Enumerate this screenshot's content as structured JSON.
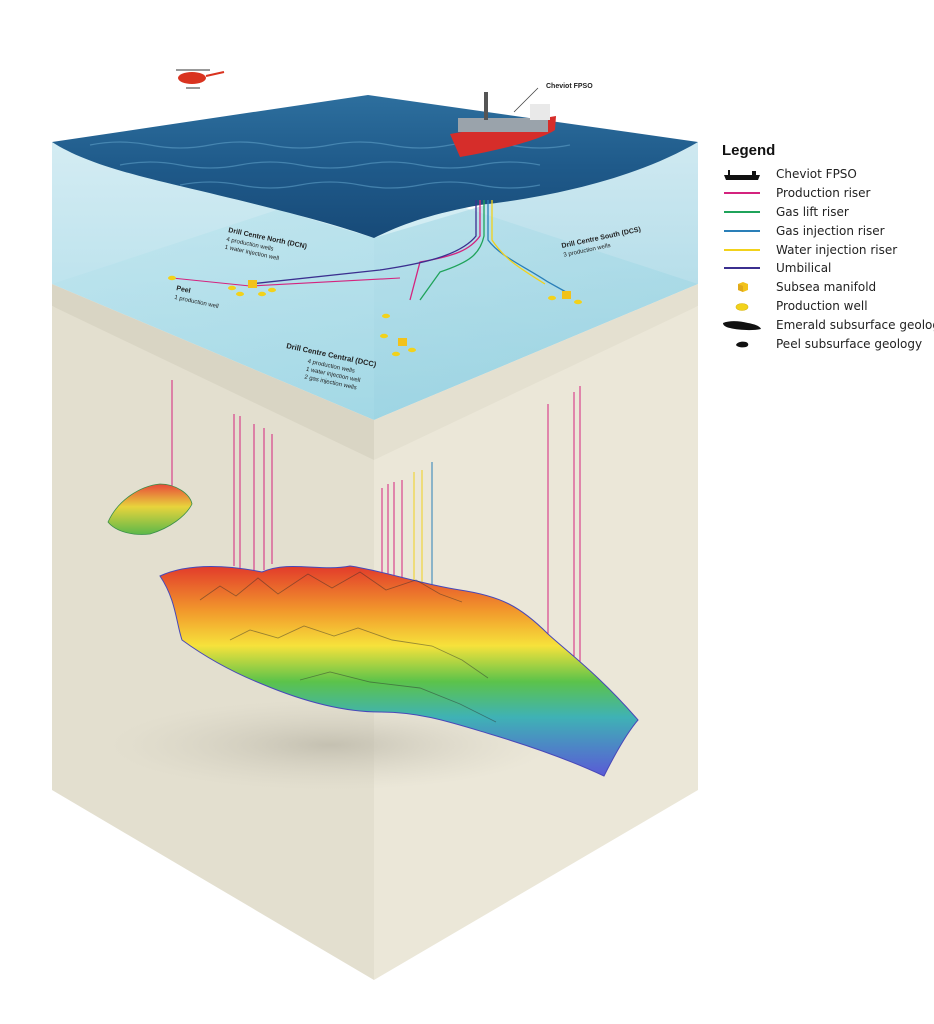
{
  "colors": {
    "production_riser": "#d4237e",
    "gas_lift_riser": "#1fa35a",
    "gas_injection_riser": "#2a7fb8",
    "water_injection_riser": "#f2d21b",
    "umbilical": "#3b2f8f",
    "manifold": "#f2c21b",
    "well": "#f2d21b",
    "geology": "#111111"
  },
  "vessel": {
    "name": "Cheviot FPSO"
  },
  "drill_centres": {
    "dcn": {
      "title": "Drill Centre North (DCN)",
      "line1": "4 production wells",
      "line2": "1 water injection well"
    },
    "peel": {
      "title": "Peel",
      "line1": "1 production well"
    },
    "dcs": {
      "title": "Drill Centre South (DCS)",
      "line1": "3 production wells"
    },
    "dcc": {
      "title": "Drill Centre Central (DCC)",
      "line1": "4 production wells",
      "line2": "1 water injection well",
      "line3": "2 gas injection wells"
    }
  },
  "legend": {
    "title": "Legend",
    "items": [
      {
        "label": "Cheviot FPSO",
        "icon": "ship-silhouette-icon"
      },
      {
        "label": "Production riser",
        "icon": "production-riser-line-icon"
      },
      {
        "label": "Gas lift riser",
        "icon": "gas-lift-riser-line-icon"
      },
      {
        "label": "Gas injection riser",
        "icon": "gas-injection-riser-line-icon"
      },
      {
        "label": "Water injection riser",
        "icon": "water-injection-riser-line-icon"
      },
      {
        "label": "Umbilical",
        "icon": "umbilical-line-icon"
      },
      {
        "label": "Subsea manifold",
        "icon": "manifold-cube-icon"
      },
      {
        "label": "Production well",
        "icon": "well-disc-icon"
      },
      {
        "label": "Emerald subsurface geology",
        "icon": "emerald-geology-blob-icon"
      },
      {
        "label": "Peel subsurface geology",
        "icon": "peel-geology-blob-icon"
      }
    ]
  }
}
